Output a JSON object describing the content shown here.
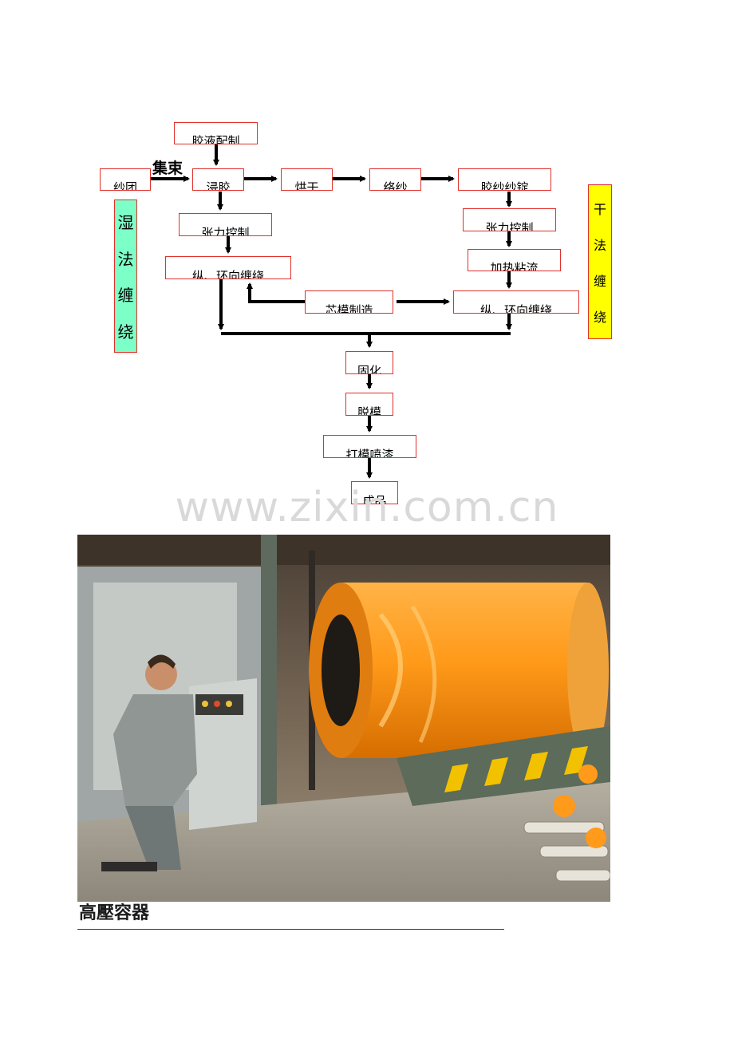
{
  "diagram": {
    "nodes": {
      "glue_prep": "胶液配制",
      "yarn_ball": "纱团",
      "dip": "浸胶",
      "bake": "烘干",
      "wind_yarn": "络纱",
      "prepreg_yarn": "胶纱纱锭",
      "tension_left": "张力控制",
      "tension_right": "张力控制",
      "heat_bond": "加热粘流",
      "winding_left": "纵、环向缠绕",
      "winding_right": "纵、环向缠绕",
      "mandrel": "芯模制造",
      "cure": "固化",
      "demold": "脱模",
      "polish_spray": "打模喷漆",
      "product": "成品"
    },
    "bundle_label": "集束",
    "wet_label": [
      "湿",
      "法",
      "缠",
      "绕"
    ],
    "dry_label": [
      "干",
      "法",
      "缠",
      "绕"
    ]
  },
  "watermark": "www.zixin.com.cn",
  "photo": {
    "caption": "高壓容器"
  },
  "colors": {
    "box_border": "#e0312b",
    "wet_bg": "#7dffc8",
    "dry_bg": "#ffff00",
    "arrow": "#000000"
  }
}
